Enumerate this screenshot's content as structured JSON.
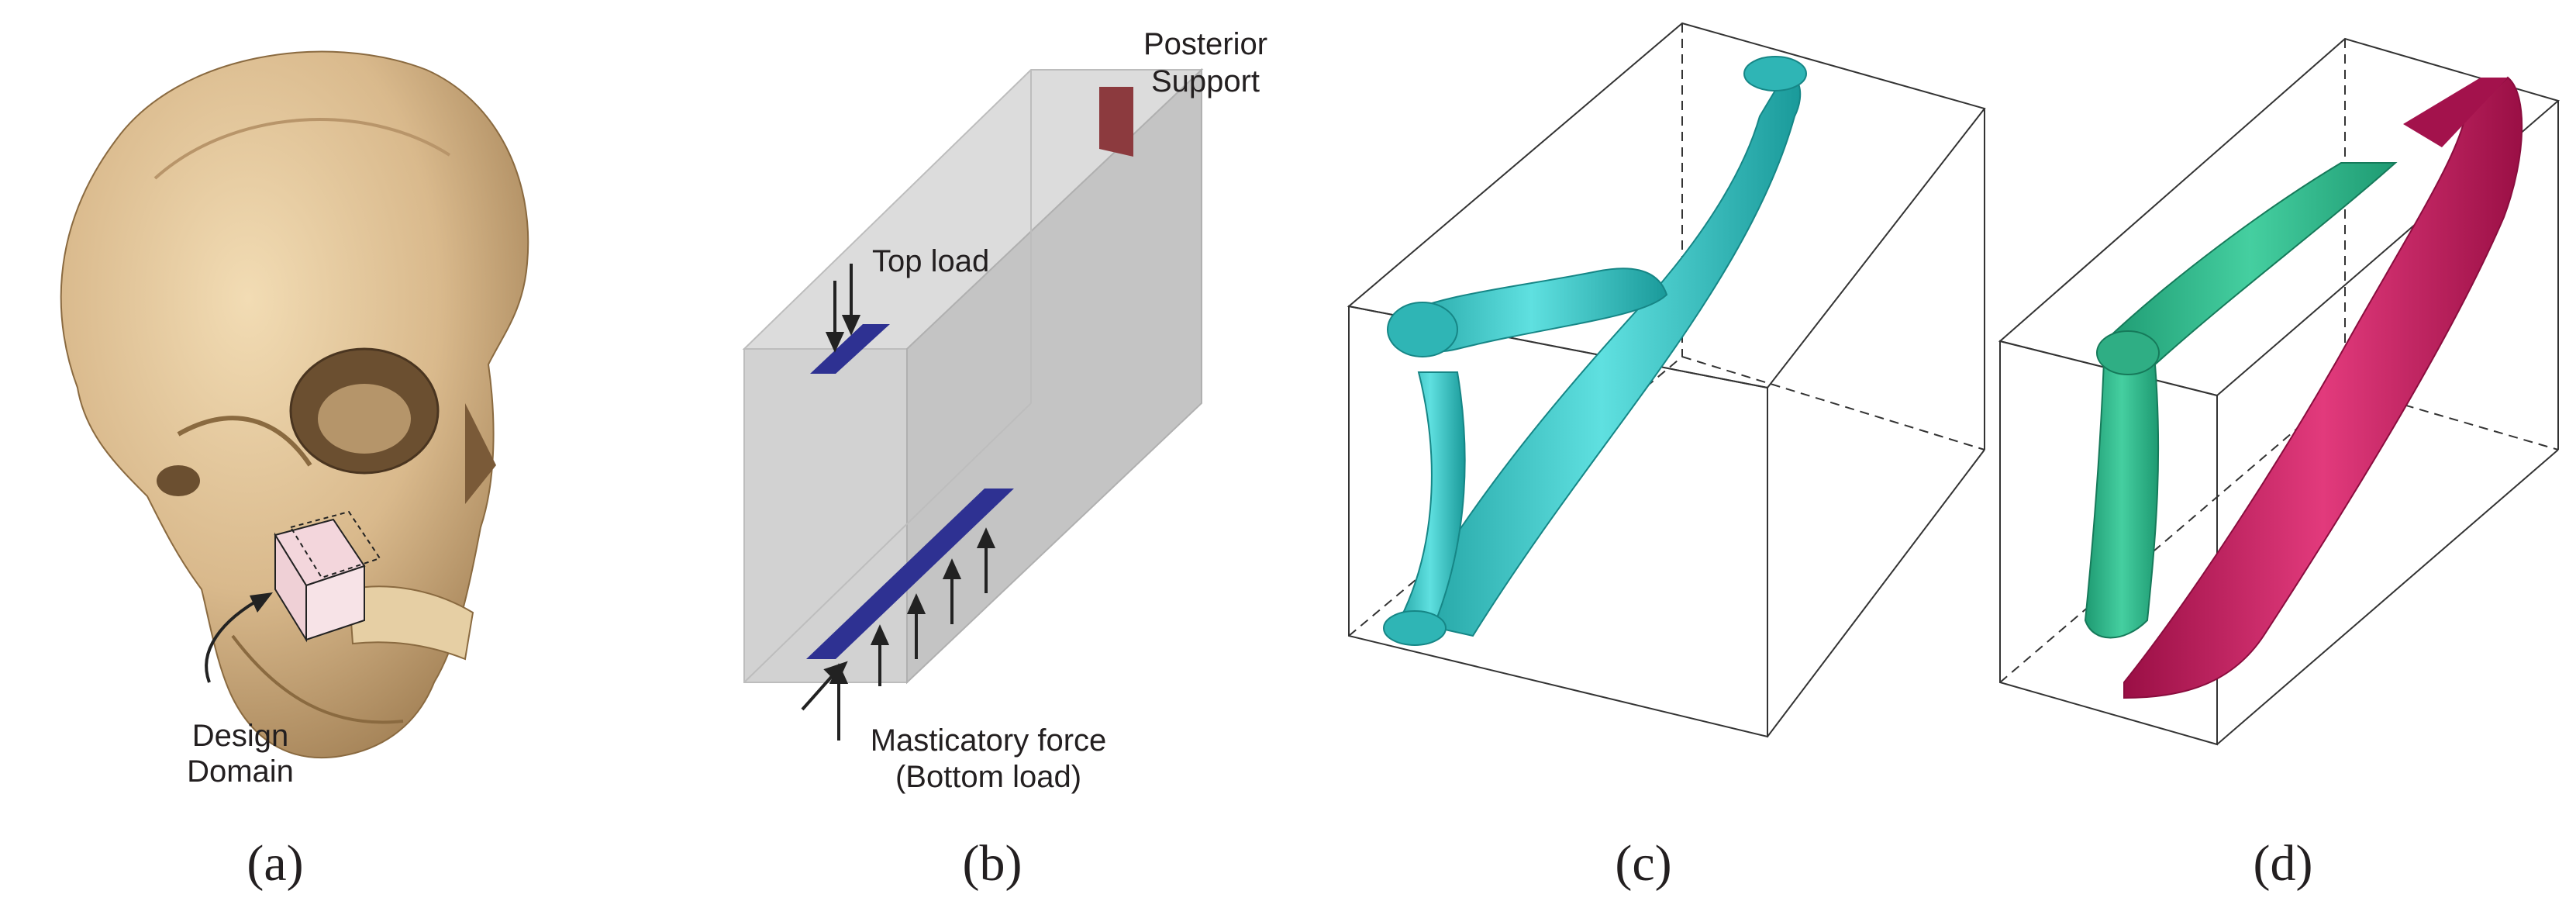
{
  "panels": [
    {
      "caption": "(a)",
      "callouts": {
        "design_domain": [
          "Design",
          "Domain"
        ]
      }
    },
    {
      "caption": "(b)",
      "callouts": {
        "posterior_support": [
          "Posterior",
          "Support"
        ],
        "top_load": "Top load",
        "bottom_load": [
          "Masticatory force",
          "(Bottom load)"
        ]
      }
    },
    {
      "caption": "(c)"
    },
    {
      "caption": "(d)"
    }
  ],
  "colors": {
    "skull": "#d9b98c",
    "domain_box": "#c9c9c9",
    "load_patch": "#2e3192",
    "support_patch": "#8c3a3e",
    "result_c": "#3cc8c8",
    "result_d_green": "#27b88a",
    "result_d_red": "#c21a5a",
    "text": "#231f20"
  }
}
